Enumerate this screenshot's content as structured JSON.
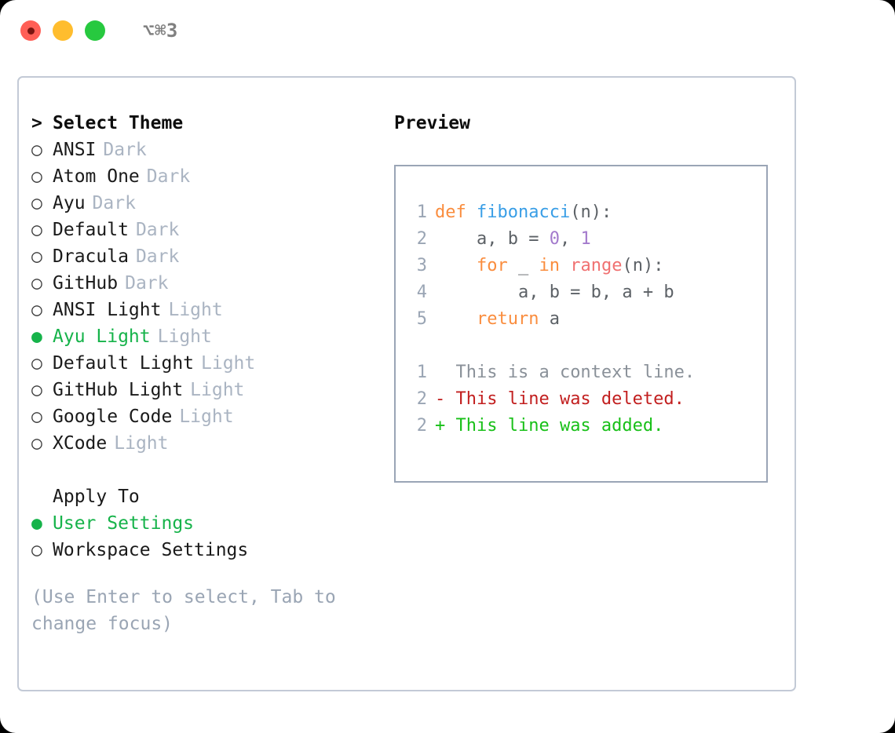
{
  "window": {
    "title": "⌥⌘3",
    "traffic_lights": [
      "close-red",
      "minimize-yellow",
      "maximize-green"
    ]
  },
  "theme_list": {
    "header_marker": ">",
    "header": "Select Theme",
    "items": [
      {
        "marker": "○",
        "label": "ANSI",
        "tag": "Dark",
        "selected": false
      },
      {
        "marker": "○",
        "label": "Atom One",
        "tag": "Dark",
        "selected": false
      },
      {
        "marker": "○",
        "label": "Ayu",
        "tag": "Dark",
        "selected": false
      },
      {
        "marker": "○",
        "label": "Default",
        "tag": "Dark",
        "selected": false
      },
      {
        "marker": "○",
        "label": "Dracula",
        "tag": "Dark",
        "selected": false
      },
      {
        "marker": "○",
        "label": "GitHub",
        "tag": "Dark",
        "selected": false
      },
      {
        "marker": "○",
        "label": "ANSI Light",
        "tag": "Light",
        "selected": false
      },
      {
        "marker": "●",
        "label": "Ayu Light",
        "tag": "Light",
        "selected": true
      },
      {
        "marker": "○",
        "label": "Default Light",
        "tag": "Light",
        "selected": false
      },
      {
        "marker": "○",
        "label": "GitHub Light",
        "tag": "Light",
        "selected": false
      },
      {
        "marker": "○",
        "label": "Google Code",
        "tag": "Light",
        "selected": false
      },
      {
        "marker": "○",
        "label": "XCode",
        "tag": "Light",
        "selected": false
      }
    ]
  },
  "apply_to": {
    "header": "Apply To",
    "items": [
      {
        "marker": "●",
        "label": "User Settings",
        "selected": true
      },
      {
        "marker": "○",
        "label": "Workspace Settings",
        "selected": false
      }
    ]
  },
  "hint": "(Use Enter to select, Tab to change focus)",
  "preview": {
    "title": "Preview",
    "code_lines": [
      {
        "lineno": "1",
        "tokens": [
          {
            "text": "def ",
            "type": "kw"
          },
          {
            "text": "fibonacci",
            "type": "fn"
          },
          {
            "text": "(n):",
            "type": "plain"
          }
        ]
      },
      {
        "lineno": "2",
        "tokens": [
          {
            "text": "    a, b = ",
            "type": "plain"
          },
          {
            "text": "0",
            "type": "num"
          },
          {
            "text": ", ",
            "type": "plain"
          },
          {
            "text": "1",
            "type": "num"
          }
        ]
      },
      {
        "lineno": "3",
        "tokens": [
          {
            "text": "    ",
            "type": "plain"
          },
          {
            "text": "for",
            "type": "kw"
          },
          {
            "text": " _ ",
            "type": "plain"
          },
          {
            "text": "in",
            "type": "kw"
          },
          {
            "text": " ",
            "type": "plain"
          },
          {
            "text": "range",
            "type": "built"
          },
          {
            "text": "(n):",
            "type": "plain"
          }
        ]
      },
      {
        "lineno": "4",
        "tokens": [
          {
            "text": "        a, b = b, a + b",
            "type": "plain"
          }
        ]
      },
      {
        "lineno": "5",
        "tokens": [
          {
            "text": "    ",
            "type": "plain"
          },
          {
            "text": "return",
            "type": "kw"
          },
          {
            "text": " a",
            "type": "plain"
          }
        ]
      }
    ],
    "diff_lines": [
      {
        "lineno": "1",
        "sign": " ",
        "text": " This is a context line.",
        "kind": "context"
      },
      {
        "lineno": "2",
        "sign": "-",
        "text": " This line was deleted.",
        "kind": "deleted"
      },
      {
        "lineno": "2",
        "sign": "+",
        "text": " This line was added.",
        "kind": "added"
      }
    ]
  },
  "colors": {
    "selected_green": "#16b34a",
    "tag_gray": "#aab4c2",
    "hint_gray": "#9aa5b4",
    "keyword_orange": "#fa8d3e",
    "function_blue": "#399ee6",
    "number_purple": "#a37acc",
    "builtin_red": "#f07171",
    "plain_gray": "#5c6166",
    "diff_deleted": "#c21f1f",
    "diff_added": "#18c018",
    "panel_border": "#c3cad6",
    "preview_border": "#9aa5b6"
  }
}
